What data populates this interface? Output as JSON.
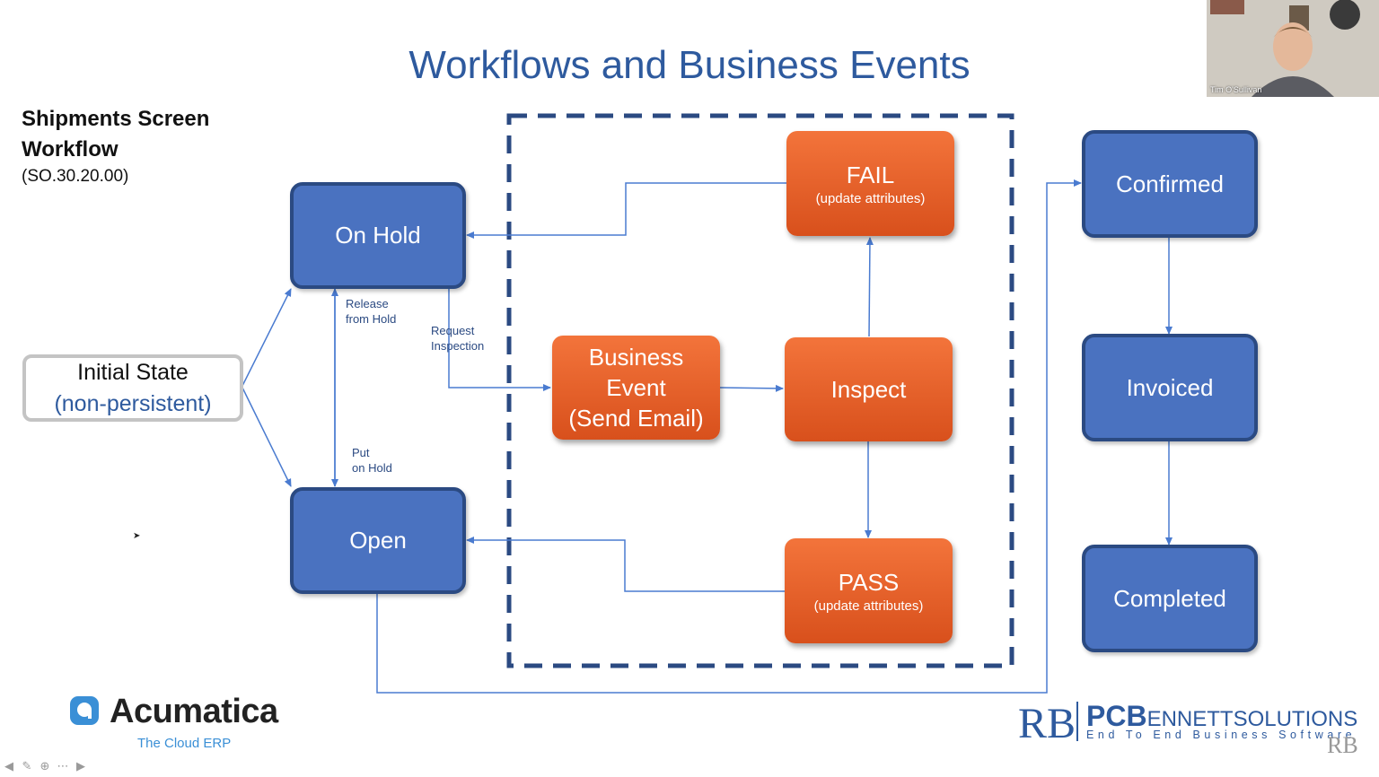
{
  "title": "Workflows and Business Events",
  "side": {
    "title_line1": "Shipments Screen",
    "title_line2": "Workflow",
    "code": "(SO.30.20.00)"
  },
  "nodes": {
    "initial": {
      "line1": "Initial State",
      "line2": "(non-persistent)"
    },
    "on_hold": "On Hold",
    "open": "Open",
    "business_event": {
      "line1": "Business",
      "line2": "Event",
      "line3": "(Send Email)"
    },
    "inspect": "Inspect",
    "fail": {
      "label": "FAIL",
      "sub": "(update attributes)"
    },
    "pass": {
      "label": "PASS",
      "sub": "(update attributes)"
    },
    "confirmed": "Confirmed",
    "invoiced": "Invoiced",
    "completed": "Completed"
  },
  "edge_labels": {
    "release_from_hold": {
      "line1": "Release",
      "line2": "from Hold"
    },
    "request_inspection": {
      "line1": "Request",
      "line2": "Inspection"
    },
    "put_on_hold": {
      "line1": "Put",
      "line2": "on Hold"
    }
  },
  "logos": {
    "acumatica": {
      "name": "Acumatica",
      "tagline": "The Cloud ERP"
    },
    "pcbennett": {
      "mark": "RB",
      "name_pc": "PC",
      "name_b": "B",
      "name_rest": "ENNETT",
      "name_sol": "SOLUTIONS",
      "tagline": "End To End Business Software",
      "corner": "RB"
    }
  },
  "video": {
    "participant": "Tim O'Sullivan"
  },
  "colors": {
    "blue_fill": "#4a72c0",
    "blue_border": "#2b4a82",
    "orange": "#e55f26",
    "arrow": "#4a7bd0",
    "title": "#2e5a9e"
  },
  "icons": [
    "prev-arrow-icon",
    "pen-icon",
    "zoom-icon",
    "more-icon",
    "next-arrow-icon"
  ]
}
